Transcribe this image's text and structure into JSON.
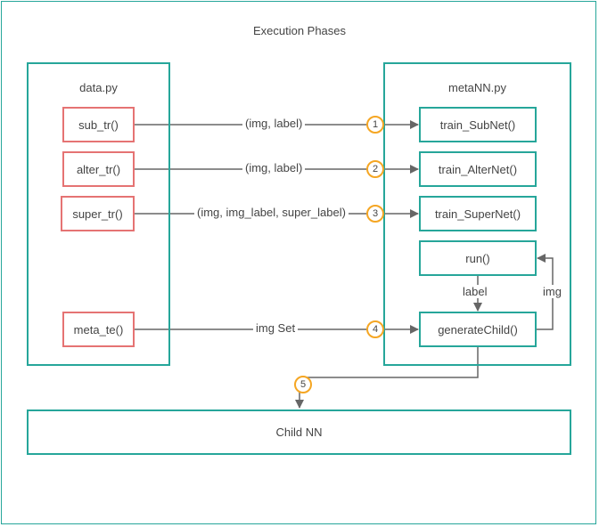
{
  "title": "Execution Phases",
  "left_panel": {
    "title": "data.py",
    "functions": [
      "sub_tr()",
      "alter_tr()",
      "super_tr()",
      "meta_te()"
    ]
  },
  "right_panel": {
    "title": "metaNN.py",
    "functions": [
      "train_SubNet()",
      "train_AlterNet()",
      "train_SuperNet()",
      "run()",
      "generateChild()"
    ]
  },
  "edges": [
    {
      "label": "(img, label)",
      "step": "1"
    },
    {
      "label": "(img, label)",
      "step": "2"
    },
    {
      "label": "(img, img_label, super_label)",
      "step": "3"
    },
    {
      "label": "img Set",
      "step": "4"
    }
  ],
  "loop": {
    "down_label": "label",
    "up_label": "img"
  },
  "output": {
    "label": "Child NN",
    "step": "5"
  },
  "colors": {
    "teal": "#26a69a",
    "red": "#e57373",
    "orange": "#f5a623",
    "line": "#666666"
  }
}
